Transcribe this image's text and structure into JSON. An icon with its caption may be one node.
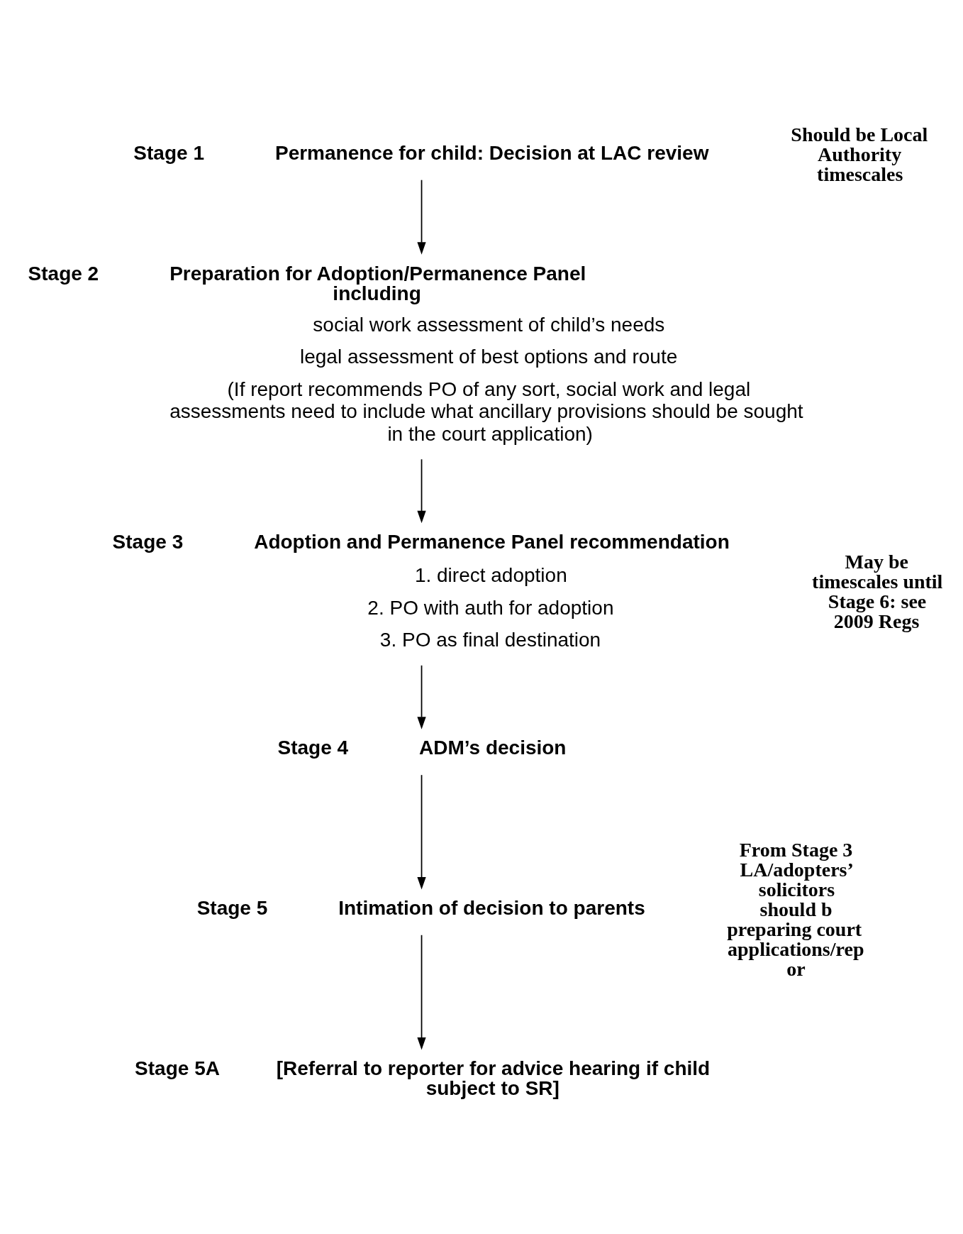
{
  "diagram": {
    "nodes": [
      {
        "text": [
          "Stage 1",
          "Permanence for child: Decision at LAC review"
        ]
      },
      {
        "text": [
          "Stage 2",
          "Preparation for Adoption/Permanence Panel including",
          "social work assessment of child’s needs",
          "legal assessment of best options and route",
          "(If report recommends PO of any sort, social work and legal assessments need to include what ancillary provisions should be sought in the court application)"
        ]
      },
      {
        "text": [
          "Stage 3",
          "Adoption and Permanence Panel recommendation",
          "1. direct adoption",
          "2. PO with auth for adoption",
          "3. PO as final destination"
        ]
      },
      {
        "text": [
          "Stage 4",
          "ADM’s decision"
        ]
      },
      {
        "text": [
          "Stage 5",
          "Intimation of decision to parents"
        ]
      },
      {
        "text": [
          "Stage 5A",
          "[Referral to reporter for advice hearing if child subject to SR]"
        ]
      }
    ],
    "edges": [
      {
        "from": 0,
        "to": 1,
        "arrow": "to"
      },
      {
        "from": 1,
        "to": 2,
        "arrow": "to"
      },
      {
        "from": 2,
        "to": 3,
        "arrow": "to"
      },
      {
        "from": 3,
        "to": 4,
        "arrow": "to"
      },
      {
        "from": 4,
        "to": 5,
        "arrow": "to"
      }
    ],
    "labels": [
      "Should be Local Authority timescales",
      "May be timescales until Stage 6: see 2009 Regs",
      "From Stage 3 LA/adopters’ solicitors should b preparing court applications/repor"
    ]
  }
}
